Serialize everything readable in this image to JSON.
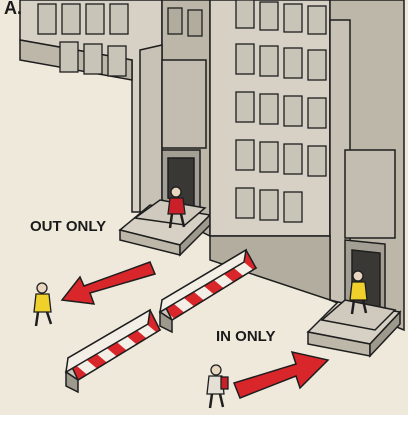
{
  "panel_label": "A.",
  "labels": {
    "exit": "OUT ONLY",
    "entry": "IN ONLY"
  },
  "colors": {
    "paper": "#efe9dc",
    "building_light": "#d6d1c4",
    "building_mid": "#bdb7aa",
    "building_dark": "#9e998d",
    "window": "#c9c4b8",
    "doorway": "#3a3835",
    "arrow": "#d9262b",
    "barrier_red": "#d9262b",
    "barrier_white": "#f3efe6",
    "outline": "#1e1e1e",
    "person_red": "#c9202a",
    "person_yellow": "#f0d02a"
  },
  "icons": [
    "arrow-out-icon",
    "arrow-in-icon",
    "barrier-icon",
    "person-icon"
  ]
}
